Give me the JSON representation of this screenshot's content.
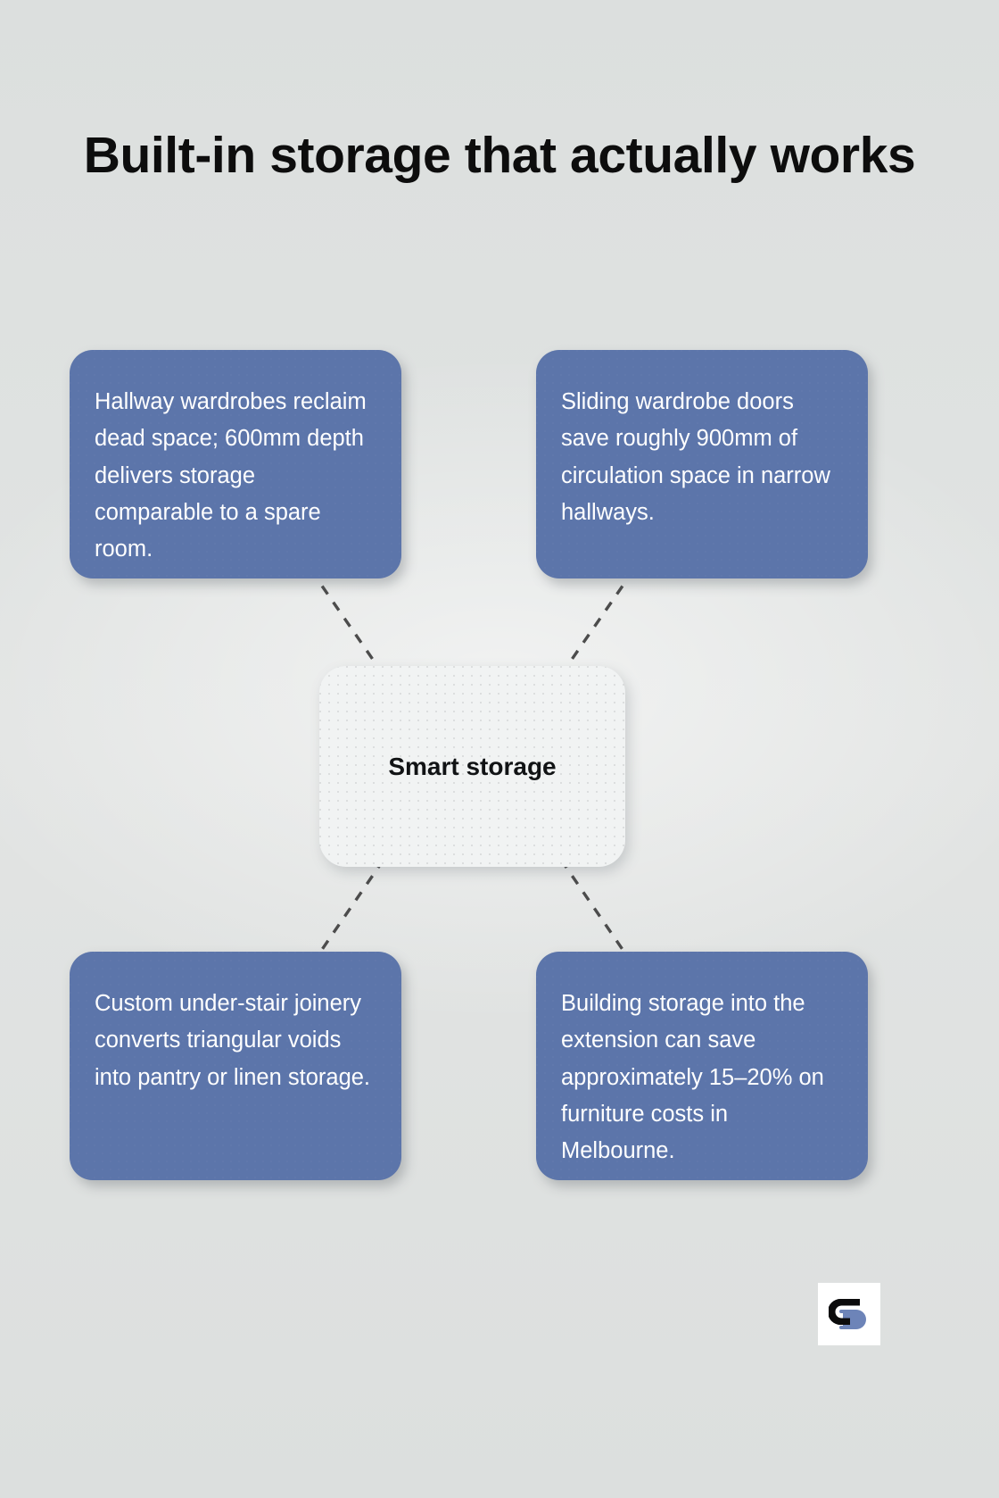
{
  "title": "Built-in storage that actually works",
  "center": {
    "label": "Smart storage"
  },
  "nodes": [
    {
      "id": "top-left",
      "text": "Hallway wardrobes reclaim dead space; 600mm depth delivers storage comparable to a spare room."
    },
    {
      "id": "top-right",
      "text": "Sliding wardrobe doors save roughly 900mm of circulation space in narrow hallways."
    },
    {
      "id": "bottom-left",
      "text": "Custom under-stair joinery converts triangular voids into pantry or linen storage."
    },
    {
      "id": "bottom-right",
      "text": "Building storage into the extension can save approximately 15–20% on furniture costs in Melbourne."
    }
  ],
  "logo": {
    "name": "brand-logo",
    "dark_color": "#0b0b0c",
    "accent_color": "#6d84b8"
  },
  "colors": {
    "background": "#dcdfde",
    "card": "#5c75aa",
    "card_text": "#ffffff",
    "center_card": "#f1f3f3",
    "center_text": "#111315",
    "title_text": "#0d0d0d",
    "connector": "#4c4c4c"
  }
}
